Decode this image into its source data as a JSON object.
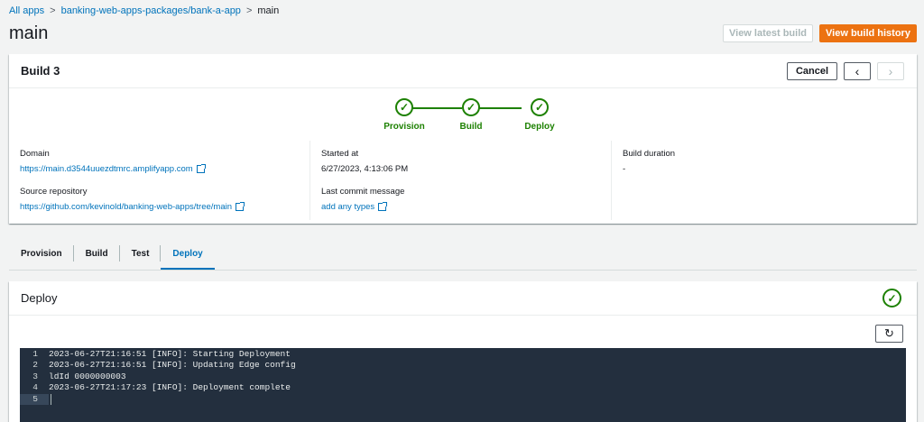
{
  "breadcrumb": {
    "items": [
      "All apps",
      "banking-web-apps-packages/bank-a-app",
      "main"
    ],
    "separator": ">"
  },
  "page": {
    "title": "main"
  },
  "header_actions": {
    "view_latest_build": "View latest build",
    "view_build_history": "View build history"
  },
  "build": {
    "title": "Build 3",
    "cancel_label": "Cancel",
    "prev_icon": "‹",
    "next_icon": "›",
    "steps": [
      {
        "label": "Provision",
        "status": "complete"
      },
      {
        "label": "Build",
        "status": "complete"
      },
      {
        "label": "Deploy",
        "status": "complete"
      }
    ],
    "details": {
      "domain_label": "Domain",
      "domain_value": "https://main.d3544uuezdtmrc.amplifyapp.com",
      "source_repo_label": "Source repository",
      "source_repo_value": "https://github.com/kevinold/banking-web-apps/tree/main",
      "started_at_label": "Started at",
      "started_at_value": "6/27/2023, 4:13:06 PM",
      "last_commit_label": "Last commit message",
      "last_commit_value": "add any types",
      "build_duration_label": "Build duration",
      "build_duration_value": "-"
    }
  },
  "tabs": [
    {
      "label": "Provision",
      "active": false
    },
    {
      "label": "Build",
      "active": false
    },
    {
      "label": "Test",
      "active": false
    },
    {
      "label": "Deploy",
      "active": true
    }
  ],
  "deploy": {
    "title": "Deploy",
    "status_icon": "success-check-icon",
    "log_lines": [
      {
        "n": "1",
        "text": "2023-06-27T21:16:51 [INFO]: Starting Deployment"
      },
      {
        "n": "2",
        "text": "2023-06-27T21:16:51 [INFO]: Updating Edge config"
      },
      {
        "n": "3",
        "text": "ldId 0000000003"
      },
      {
        "n": "4",
        "text": "2023-06-27T21:17:23 [INFO]: Deployment complete"
      },
      {
        "n": "5",
        "text": ""
      }
    ]
  },
  "colors": {
    "success": "#1d8102",
    "link": "#0073bb",
    "primary_button": "#ec7211",
    "console_bg": "#232f3e"
  }
}
